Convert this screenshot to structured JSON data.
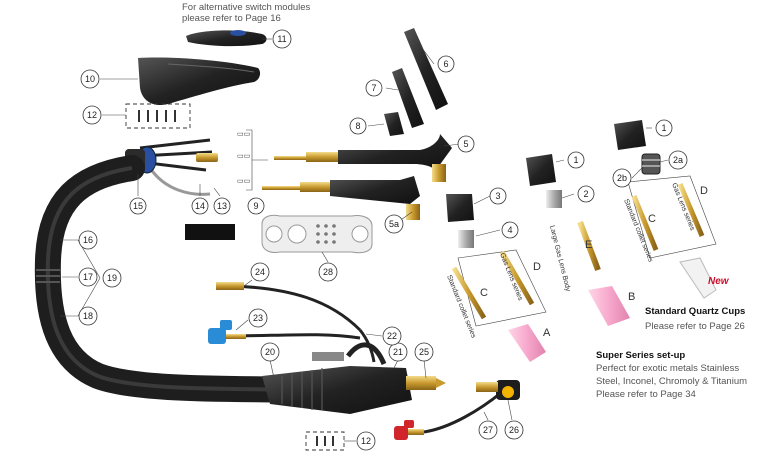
{
  "notes": {
    "alt_switch_line1": "For alternative switch modules",
    "alt_switch_line2": "please refer to Page 16",
    "quartz_title": "Standard Quartz Cups",
    "quartz_ref": "Please refer to Page 26",
    "super_title": "Super Series set-up",
    "super_line1": "Perfect for exotic metals Stainless",
    "super_line2": "Steel, Inconel, Chromoly & Titanium",
    "super_ref": "Please refer to Page 34",
    "new_badge": "New"
  },
  "kit_text": {
    "standard_collet_1": "Standard collet series",
    "gas_lens_1": "Gas Lens series",
    "large_gas_lens": "Large Gas Lens Body",
    "standard_collet_2": "Standard collet series",
    "gas_lens_2": "Gas Lens series"
  },
  "letters": [
    "A",
    "B",
    "C",
    "D",
    "C",
    "D",
    "E"
  ],
  "callouts": [
    "1",
    "1",
    "1",
    "2",
    "2a",
    "2b",
    "3",
    "4",
    "5",
    "5a",
    "6",
    "7",
    "8",
    "9",
    "10",
    "11",
    "12",
    "12",
    "13",
    "14",
    "15",
    "16",
    "17",
    "19",
    "18",
    "20",
    "21",
    "22",
    "23",
    "24",
    "25",
    "26",
    "27",
    "28"
  ]
}
